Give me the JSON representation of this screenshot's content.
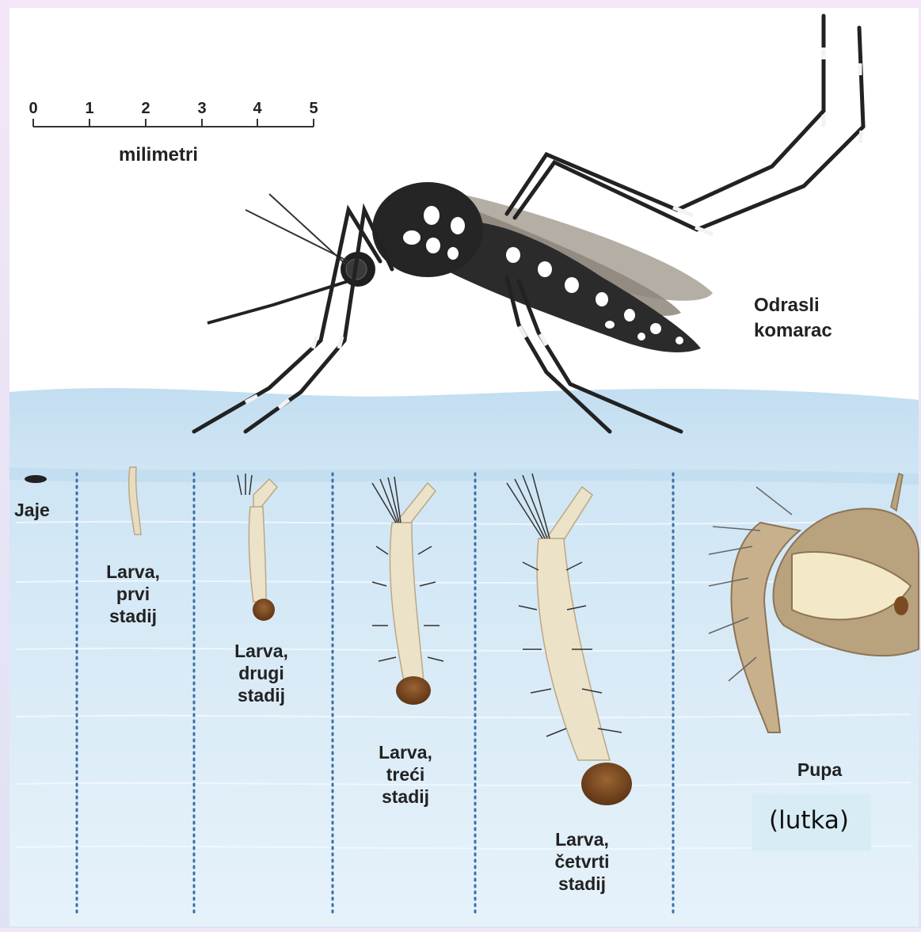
{
  "scale": {
    "ticks": [
      "0",
      "1",
      "2",
      "3",
      "4",
      "5"
    ],
    "unit": "milimetri"
  },
  "adult": {
    "line1": "Odrasli",
    "line2": "komarac"
  },
  "stages": {
    "egg": "Jaje",
    "larva1": [
      "Larva,",
      "prvi",
      "stadij"
    ],
    "larva2": [
      "Larva,",
      "drugi",
      "stadij"
    ],
    "larva3": [
      "Larva,",
      "treći",
      "stadij"
    ],
    "larva4": [
      "Larva,",
      "četvrti",
      "stadij"
    ],
    "pupa": "Pupa",
    "pupa_note": "(lutka)"
  },
  "colors": {
    "water_top": "#b7d9ef",
    "water_deep": "#e3f1fa",
    "sky": "#ffffff",
    "border": "#ead9f2",
    "mosquito_body": "#2b2b2b",
    "larva_body": "#efe6cc",
    "larva_head": "#7a4a22",
    "pupa_body": "#c8b08c"
  }
}
